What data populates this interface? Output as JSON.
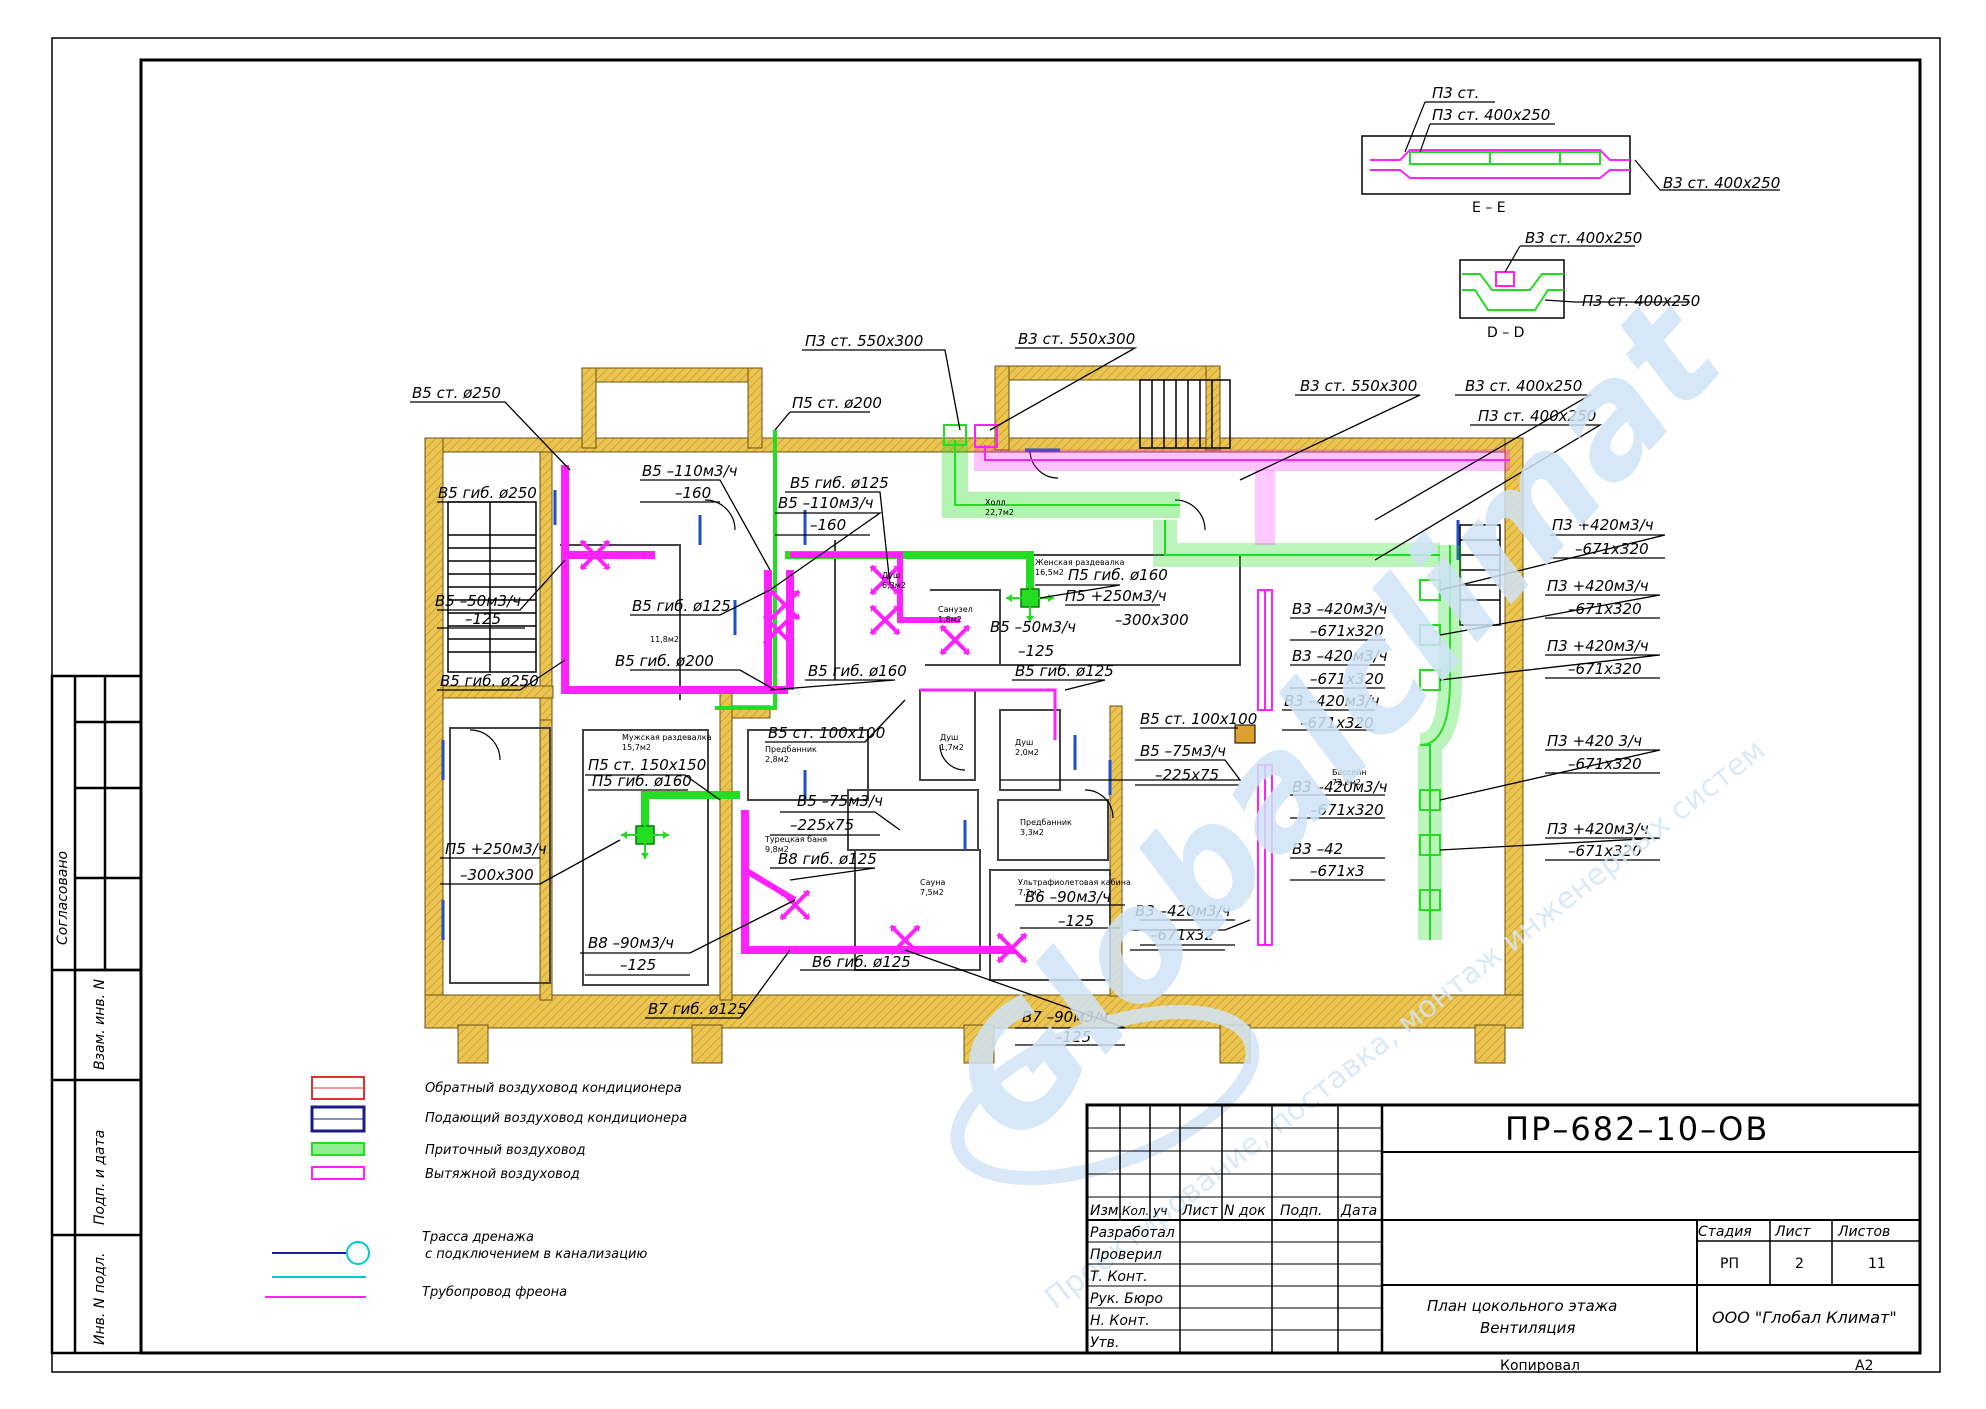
{
  "drawing": {
    "code": "ПР–682–10–ОВ",
    "sheet_title_line1": "План цокольного этажа",
    "sheet_title_line2": "Вентиляция",
    "company": "ООО \"Глобал Климат\"",
    "stage_header": "Стадия",
    "sheet_header": "Лист",
    "sheets_header": "Листов",
    "stage": "РП",
    "sheet": "2",
    "sheets": "11",
    "copied": "Копировал",
    "format": "А2"
  },
  "title_block": {
    "columns": [
      "Изм.",
      "Кол. уч",
      "Лист",
      "N док",
      "Подп.",
      "Дата"
    ],
    "roles": [
      "Разработал",
      "Проверил",
      "Т. Конт.",
      "Рук. Бюро",
      "Н. Конт.",
      "Утв."
    ]
  },
  "side_stamp": {
    "agreed": "Согласовано",
    "inv_replace": "Взам. инв. N",
    "sign_date": "Подп. и дата",
    "inv_orig": "Инв. N подл."
  },
  "legend": [
    {
      "label": "Обратный воздуховод кондиционера",
      "color": "#e0302f"
    },
    {
      "label": "Подающий воздуховод кондиционера",
      "color": "#1c1c8a"
    },
    {
      "label": "Приточный воздуховод",
      "color": "#22dd22"
    },
    {
      "label": "Вытяжной воздуховод",
      "color": "#ff22ff"
    },
    {
      "label": "Трасса дренажа",
      "label2": "с подключением в канализацию",
      "color": "#1a1aa0"
    },
    {
      "label": "Трубопровод фреона",
      "color": "#ff22ff"
    }
  ],
  "sections": {
    "ee": {
      "title": "Е – Е",
      "l1": "П3 ст.",
      "l2": "П3 ст. 400х250",
      "l3": "В3 ст. 400х250"
    },
    "dd": {
      "title": "D – D",
      "l1": "В3 ст. 400х250",
      "l2": "П3 ст. 400х250"
    }
  },
  "labels": {
    "b5_250_top": "В5 ст. ø250",
    "b5_gib250a": "В5 гиб. ø250",
    "b5_m50": "В5 –50м3/ч",
    "b5_m50_d": "–125",
    "b5_gib250b": "В5 гиб. ø250",
    "p5_st200": "П5 ст. ø200",
    "b5_m110a": "В5 –110м3/ч",
    "b5_m110a_d": "–160",
    "b5_gib125a": "В5 гиб. ø125",
    "b5_m110b": "В5 –110м3/ч",
    "b5_m110b_d": "–160",
    "p3_550_top": "П3 ст. 550х300",
    "b3_550_top": "В3 ст. 550х300",
    "b3_550": "В3 ст. 550х300",
    "b3_400": "В3 ст. 400х250",
    "p3_400": "П3 ст. 400х250",
    "p5_gib160a": "П5 гиб. ø160",
    "p5_p250a": "П5 +250м3/ч",
    "p5_p250a_d": "–300х300",
    "b5_gib125b": "В5 гиб. ø125",
    "b5_m50b": "В5 –50м3/ч",
    "b5_m50b_d": "–125",
    "b5_gib200": "В5 гиб. ø200",
    "b5_gib160": "В5 гиб. ø160",
    "b5_gib125c": "В5 гиб. ø125",
    "b5_st100": "В5 ст. 100х100",
    "b5_st100b": "В5 ст. 100х100",
    "p5_st150": "П5 ст. 150х150",
    "p5_gib160b": "П5 гиб. ø160",
    "b5_m75a": "В5 –75м3/ч",
    "b5_m75a_d": "–225х75",
    "b5_m75b": "В5 –75м3/ч",
    "b5_m75b_d": "–225х75",
    "p5_p250b": "П5 +250м3/ч",
    "p5_p250b_d": "–300х300",
    "b8_gib125": "В8 гиб. ø125",
    "b6_m90": "В6 –90м3/ч",
    "b6_m90_d": "–125",
    "b8_m90": "В8 –90м3/ч",
    "b8_m90_d": "–125",
    "b6_gib125": "В6 гиб. ø125",
    "b7_gib125": "В7 гиб. ø125",
    "b7_m90": "В7 –90м3/ч",
    "b7_m90_d": "–125",
    "b3_m420": "В3 –420м3/ч",
    "d_671": "–671х320",
    "p3_p420": "П3 +420м3/ч",
    "d_671b": "–671х320",
    "b3_m420_short": "В3 –42",
    "d_671_short": "–671х3",
    "b3_m420_last": "В3 –420м3/ч",
    "d_671_last": "–671х32",
    "p3_p420_cut": "П3 +420 3/ч",
    "d_671_cut": "–671х320"
  },
  "rooms": {
    "r1": "Холл",
    "r1a": "22,7м2",
    "r2": "Женская раздевалка",
    "r2a": "16,5м2",
    "r3": "Душ",
    "r3a": "6,3м2",
    "r4": "Санузел",
    "r4a": "1,8м2",
    "r5": "Мужская раздевалка",
    "r5a": "15,7м2",
    "r6": "Предбанник",
    "r6a": "2,8м2",
    "r7": "Турецкая баня",
    "r7a": "9,8м2",
    "r8": "Сауна",
    "r8a": "7,5м2",
    "r9": "Душ",
    "r9a": "2,0м2",
    "r10": "Предбанник",
    "r10a": "3,3м2",
    "r11": "Ультрафиолетовая кабина",
    "r11a": "7,2м2",
    "r12": "Бассейн",
    "r12a": "72,6м2",
    "r13": "11,8м2",
    "r14": "Душ",
    "r14a": "1,7м2"
  },
  "watermark": {
    "brand": "Globalclimat",
    "tagline": "Проектирование, поставка, монтаж инженерных систем"
  }
}
